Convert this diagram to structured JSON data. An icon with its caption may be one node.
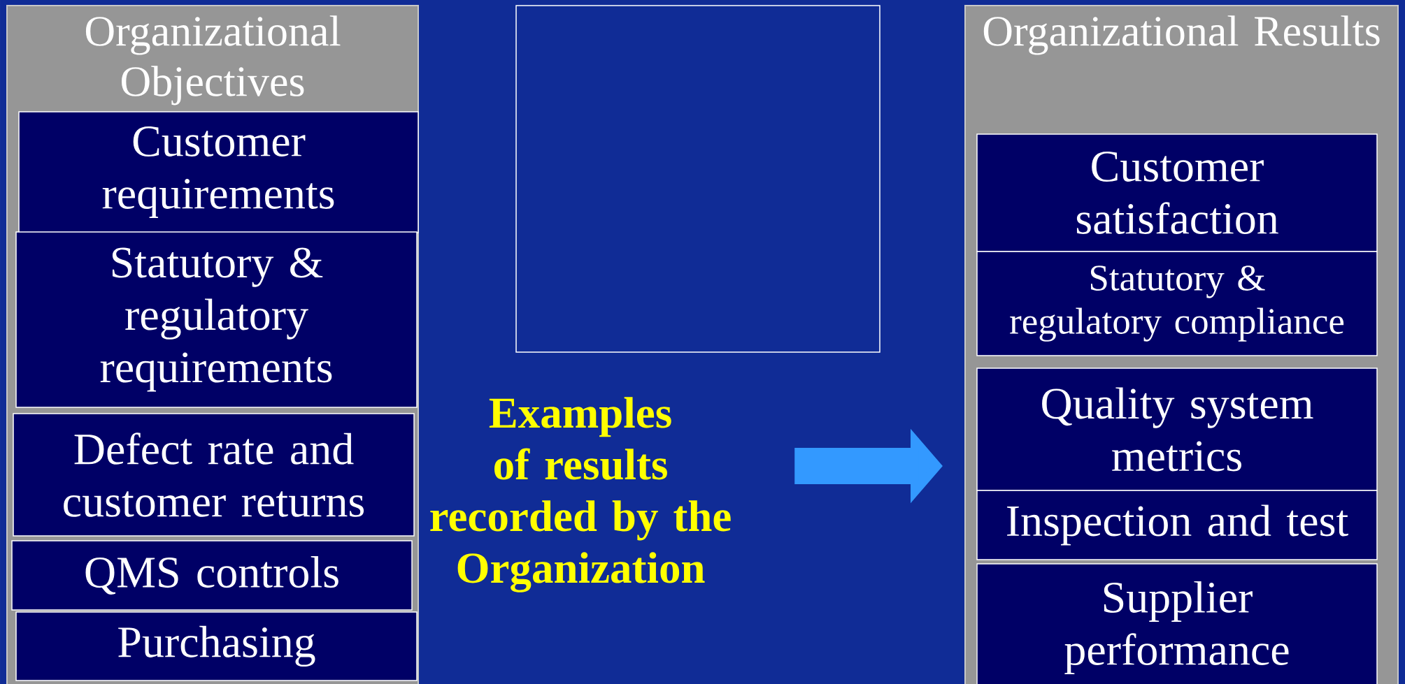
{
  "diagram": {
    "nodes": [
      {
        "text": [
          "Organizational Objectives"
        ]
      },
      {
        "text": [
          "Customer requirements"
        ],
        "in": 0
      },
      {
        "text": [
          "Statutory & regulatory requirements"
        ],
        "in": 0
      },
      {
        "text": [
          "Defect rate and customer returns"
        ],
        "in": 0
      },
      {
        "text": [
          "QMS controls"
        ],
        "in": 0
      },
      {
        "text": [
          "Purchasing"
        ],
        "in": 0
      },
      {
        "text": [],
        "shape": "box"
      },
      {
        "text": [
          "Examples of results recorded by the Organization"
        ]
      },
      {
        "text": [
          "Organizational Results"
        ]
      },
      {
        "text": [
          "Customer satisfaction"
        ],
        "in": 8
      },
      {
        "text": [
          "Statutory & regulatory compliance"
        ],
        "in": 8
      },
      {
        "text": [
          "Quality system metrics"
        ],
        "in": 8
      },
      {
        "text": [
          "Inspection and test"
        ],
        "in": 8
      },
      {
        "text": [
          "Supplier performance"
        ],
        "in": 8
      }
    ],
    "edges": [
      {
        "from": 7,
        "to": 8,
        "arrow": "to"
      }
    ]
  }
}
